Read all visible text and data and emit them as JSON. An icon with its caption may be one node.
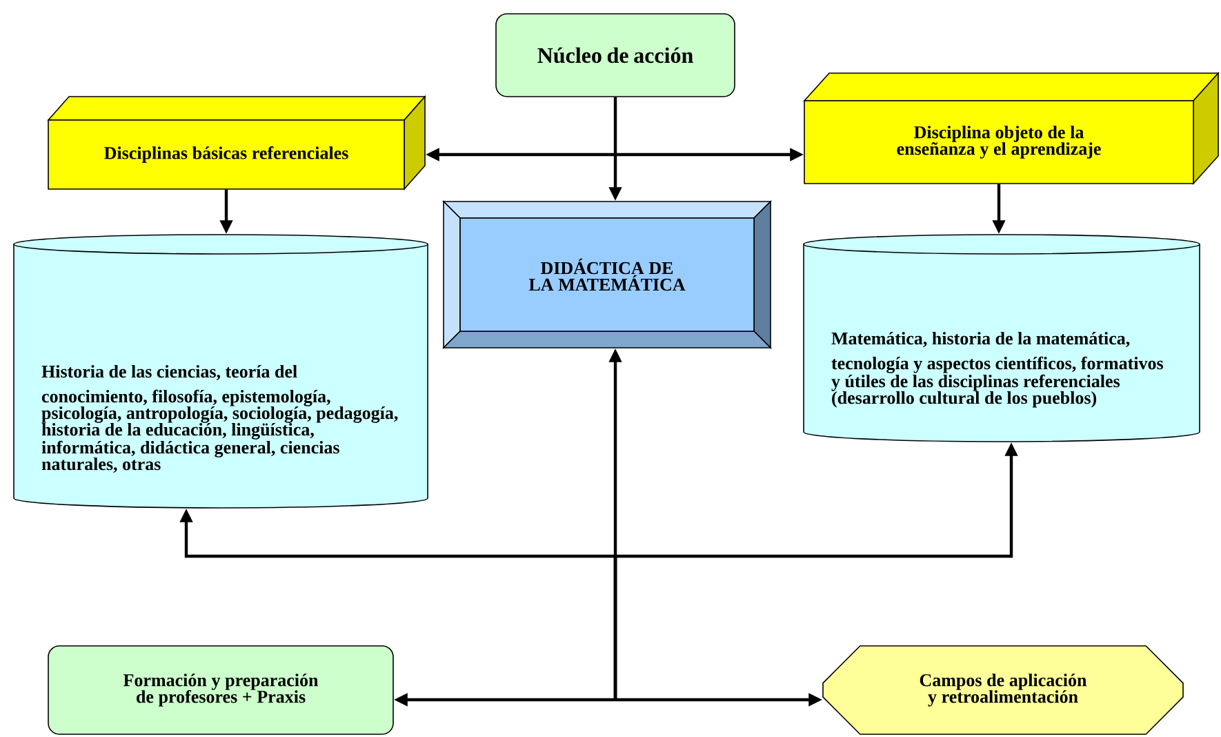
{
  "diagram": {
    "nodes": [
      {
        "text": [
          "Núcleo de acción"
        ]
      },
      {
        "text": [
          "Disciplinas básicas referenciales"
        ]
      },
      {
        "text": [
          "Disciplina objeto de la enseñanza y el aprendizaje"
        ]
      },
      {
        "text": [
          "DIDÁCTICA DE LA MATEMÁTICA"
        ]
      },
      {
        "text": [
          "Historia de las ciencias, teoría del conocimiento, filosofía, epistemología, psicología, antropología, sociología, pedagogía, historia de la educación, lingüística, informática, didáctica general, ciencias naturales, otras"
        ]
      },
      {
        "text": [
          "Matemática, historia de la matemática, tecnología y aspectos científicos, formativos y útiles de las disciplinas referenciales (desarrollo cultural de los pueblos)"
        ]
      },
      {
        "text": [
          "Formación y preparación de profesores + Praxis"
        ]
      },
      {
        "text": [
          "Campos de aplicación y retroalimentación"
        ]
      }
    ],
    "edges": [
      {
        "from": 0,
        "to": 3,
        "arrow": "to"
      },
      {
        "from": 1,
        "to": 2,
        "arrow": "both"
      },
      {
        "from": 1,
        "to": 4,
        "arrow": "to"
      },
      {
        "from": 2,
        "to": 5,
        "arrow": "to"
      },
      {
        "from": null,
        "to": 3,
        "arrow": "to"
      },
      {
        "from": null,
        "to": 4,
        "arrow": "to"
      },
      {
        "from": null,
        "to": 5,
        "arrow": "to"
      },
      {
        "from": null,
        "to": 6,
        "arrow": "to"
      },
      {
        "from": null,
        "to": 7,
        "arrow": "to"
      }
    ]
  }
}
